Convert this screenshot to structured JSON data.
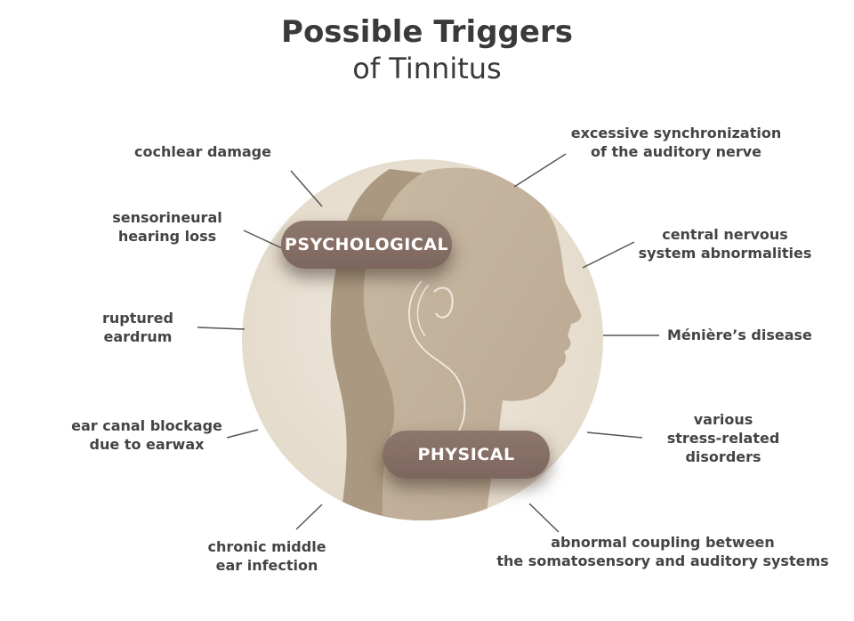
{
  "title": {
    "line1": "Possible Triggers",
    "line2": "of Tinnitus"
  },
  "categories": {
    "psychological": "PSYCHOLOGICAL",
    "physical": "PHYSICAL"
  },
  "left_labels": {
    "cochlear": "cochlear damage",
    "sensorineural": "sensorineural\nhearing loss",
    "eardrum": "ruptured\neardrum",
    "earwax": "ear canal blockage\ndue to earwax",
    "middle_ear": "chronic middle\near infection"
  },
  "right_labels": {
    "synchronization": "excessive synchronization\nof the auditory nerve",
    "cns": "central nervous\nsystem abnormalities",
    "meniere": "Ménière’s disease",
    "stress": "various\nstress-related\ndisorders",
    "coupling": "abnormal coupling between\nthe somatosensory and auditory systems"
  },
  "colors": {
    "circle": "#e8e0d3",
    "head_dark": "#b3a188",
    "head_light": "#d0c2ae",
    "pill": "#846d63",
    "connector": "#555555",
    "text": "#444444"
  }
}
